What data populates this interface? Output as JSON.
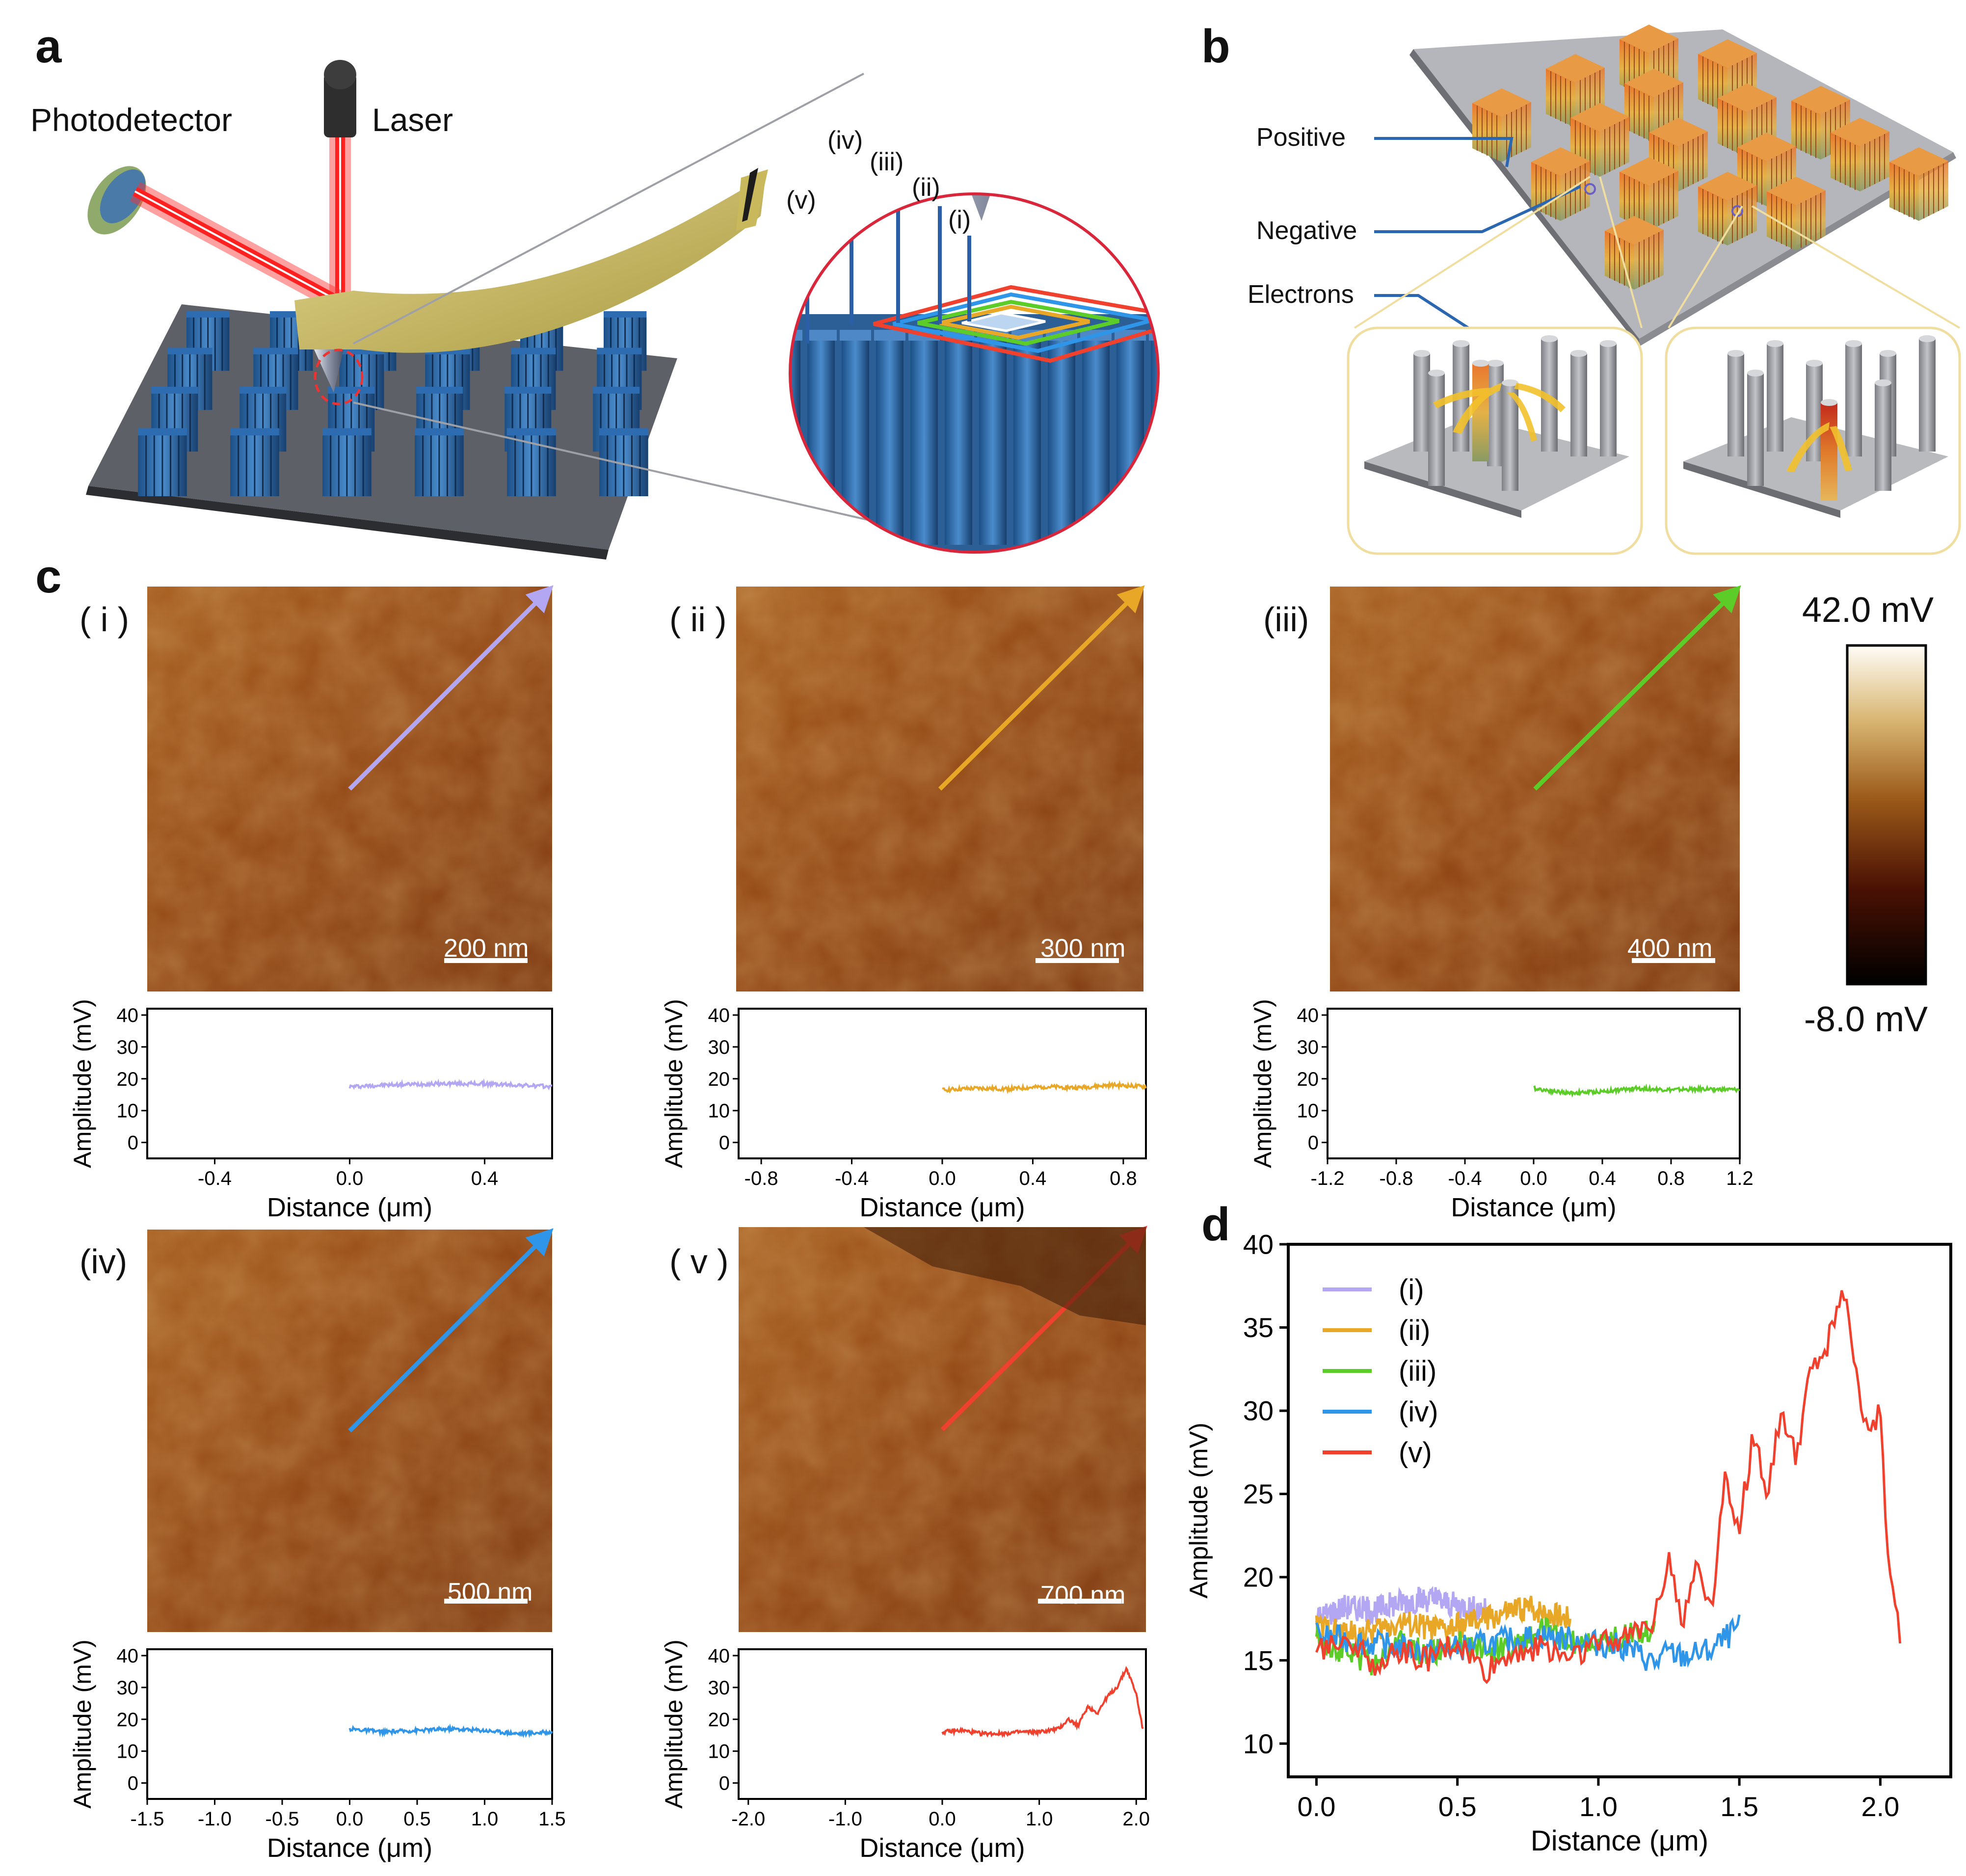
{
  "panel_letters": {
    "a": "a",
    "b": "b",
    "c": "c",
    "d": "d"
  },
  "panel_a": {
    "photodetector": "Photodetector",
    "laser": "Laser",
    "inset_labels": [
      "(i)",
      "(ii)",
      "(iii)",
      "(iv)",
      "(v)"
    ]
  },
  "panel_b": {
    "positive": "Positive",
    "negative": "Negative",
    "electrons": "Electrons"
  },
  "colorbar": {
    "max": "42.0 mV",
    "min": "-8.0 mV"
  },
  "colors": {
    "i": "#b3a6f2",
    "ii": "#e8a727",
    "iii": "#5ccc29",
    "iv": "#2f95e8",
    "v": "#f0412e"
  },
  "maps": [
    {
      "label": "( i )",
      "scalebar": "200 nm",
      "line_color": "#b3a6f2"
    },
    {
      "label": "( ii )",
      "scalebar": "300 nm",
      "line_color": "#e8a727"
    },
    {
      "label": "(iii)",
      "scalebar": "400 nm",
      "line_color": "#5ccc29"
    },
    {
      "label": "(iv)",
      "scalebar": "500 nm",
      "line_color": "#2f95e8"
    },
    {
      "label": "( v )",
      "scalebar": "700 nm",
      "line_color": "#f0412e"
    }
  ],
  "chart_data": [
    {
      "type": "line",
      "panel": "c(i)",
      "xlabel": "Distance (μm)",
      "ylabel": "Amplitude (mV)",
      "xlim": [
        -0.6,
        0.6
      ],
      "ylim": [
        -5,
        42
      ],
      "xticks": [
        "-0.4",
        "0.0",
        "0.4"
      ],
      "xtick_values": [
        -0.4,
        0.0,
        0.4
      ],
      "yticks": [
        "0",
        "10",
        "20",
        "30",
        "40"
      ],
      "ytick_values": [
        0,
        10,
        20,
        30,
        40
      ],
      "series": [
        {
          "color": "#b3a6f2",
          "x": [
            0,
            0.1,
            0.2,
            0.3,
            0.4,
            0.5,
            0.6
          ],
          "y": [
            17.5,
            18,
            18.3,
            18.5,
            18.4,
            18,
            17.5
          ]
        }
      ]
    },
    {
      "type": "line",
      "panel": "c(ii)",
      "xlabel": "Distance (μm)",
      "ylabel": "Amplitude (mV)",
      "xlim": [
        -0.9,
        0.9
      ],
      "ylim": [
        -5,
        42
      ],
      "xticks": [
        "-0.8",
        "-0.4",
        "0.0",
        "0.4",
        "0.8"
      ],
      "xtick_values": [
        -0.8,
        -0.4,
        0.0,
        0.4,
        0.8
      ],
      "yticks": [
        "0",
        "10",
        "20",
        "30",
        "40"
      ],
      "ytick_values": [
        0,
        10,
        20,
        30,
        40
      ],
      "series": [
        {
          "color": "#e8a727",
          "x": [
            0,
            0.15,
            0.3,
            0.45,
            0.6,
            0.75,
            0.9
          ],
          "y": [
            16.5,
            17,
            16.8,
            17.5,
            17.2,
            18,
            17.5
          ]
        }
      ]
    },
    {
      "type": "line",
      "panel": "c(iii)",
      "xlabel": "Distance (μm)",
      "ylabel": "Amplitude (mV)",
      "xlim": [
        -1.2,
        1.2
      ],
      "ylim": [
        -5,
        42
      ],
      "xticks": [
        "-1.2",
        "-0.8",
        "-0.4",
        "0.0",
        "0.4",
        "0.8",
        "1.2"
      ],
      "xtick_values": [
        -1.2,
        -0.8,
        -0.4,
        0.0,
        0.4,
        0.8,
        1.2
      ],
      "yticks": [
        "0",
        "10",
        "20",
        "30",
        "40"
      ],
      "ytick_values": [
        0,
        10,
        20,
        30,
        40
      ],
      "series": [
        {
          "color": "#5ccc29",
          "x": [
            0,
            0.2,
            0.4,
            0.6,
            0.8,
            1.0,
            1.2
          ],
          "y": [
            17,
            15.5,
            16,
            17,
            16.5,
            16.8,
            16.5
          ]
        }
      ]
    },
    {
      "type": "line",
      "panel": "c(iv)",
      "xlabel": "Distance (μm)",
      "ylabel": "Amplitude (mV)",
      "xlim": [
        -1.5,
        1.5
      ],
      "ylim": [
        -5,
        42
      ],
      "xticks": [
        "-1.5",
        "-1.0",
        "-0.5",
        "0.0",
        "0.5",
        "1.0",
        "1.5"
      ],
      "xtick_values": [
        -1.5,
        -1.0,
        -0.5,
        0.0,
        0.5,
        1.0,
        1.5
      ],
      "yticks": [
        "0",
        "10",
        "20",
        "30",
        "40"
      ],
      "ytick_values": [
        0,
        10,
        20,
        30,
        40
      ],
      "series": [
        {
          "color": "#2f95e8",
          "x": [
            0,
            0.25,
            0.5,
            0.75,
            1.0,
            1.25,
            1.5
          ],
          "y": [
            17,
            16,
            16.5,
            17,
            16.5,
            15.5,
            16
          ]
        }
      ]
    },
    {
      "type": "line",
      "panel": "c(v)",
      "xlabel": "Distance (μm)",
      "ylabel": "Amplitude (mV)",
      "xlim": [
        -2.1,
        2.1
      ],
      "ylim": [
        -5,
        42
      ],
      "xticks": [
        "-2.0",
        "-1.0",
        "0.0",
        "1.0",
        "2.0"
      ],
      "xtick_values": [
        -2.0,
        -1.0,
        0.0,
        1.0,
        2.0
      ],
      "yticks": [
        "0",
        "10",
        "20",
        "30",
        "40"
      ],
      "ytick_values": [
        0,
        10,
        20,
        30,
        40
      ],
      "series": [
        {
          "color": "#f0412e",
          "x": [
            0,
            0.2,
            0.4,
            0.6,
            0.8,
            1.0,
            1.2,
            1.3,
            1.4,
            1.5,
            1.6,
            1.7,
            1.8,
            1.85,
            1.9,
            2.0,
            2.07
          ],
          "y": [
            16,
            16.5,
            15.5,
            15.5,
            16,
            16,
            17,
            20,
            18,
            24,
            22,
            27,
            30,
            33,
            36,
            28,
            16.5
          ]
        }
      ]
    },
    {
      "type": "line",
      "panel": "d",
      "xlabel": "Distance (μm)",
      "ylabel": "Amplitude (mV)",
      "xlim": [
        -0.1,
        2.25
      ],
      "ylim": [
        8,
        40
      ],
      "xticks": [
        "0.0",
        "0.5",
        "1.0",
        "1.5",
        "2.0"
      ],
      "xtick_values": [
        0.0,
        0.5,
        1.0,
        1.5,
        2.0
      ],
      "yticks": [
        "10",
        "15",
        "20",
        "25",
        "30",
        "35",
        "40"
      ],
      "ytick_values": [
        10,
        15,
        20,
        25,
        30,
        35,
        40
      ],
      "series": [
        {
          "name": "(i)",
          "color": "#b3a6f2",
          "x": [
            0,
            0.1,
            0.2,
            0.3,
            0.4,
            0.5,
            0.6
          ],
          "y": [
            17.5,
            18.2,
            18,
            18.5,
            18.7,
            18.3,
            18
          ]
        },
        {
          "name": "(ii)",
          "color": "#e8a727",
          "x": [
            0,
            0.15,
            0.3,
            0.45,
            0.6,
            0.75,
            0.9
          ],
          "y": [
            17,
            16.5,
            17.3,
            16.8,
            17.5,
            18.2,
            17.5
          ]
        },
        {
          "name": "(iii)",
          "color": "#5ccc29",
          "x": [
            0,
            0.1,
            0.2,
            0.3,
            0.4,
            0.5,
            0.6,
            0.7,
            0.8,
            0.9,
            1.0,
            1.1,
            1.2
          ],
          "y": [
            16.5,
            15.5,
            14.8,
            16,
            15.3,
            16.2,
            15.6,
            15.8,
            16.8,
            16.2,
            16,
            16.5,
            17
          ]
        },
        {
          "name": "(iv)",
          "color": "#2f95e8",
          "x": [
            0,
            0.2,
            0.4,
            0.6,
            0.8,
            1.0,
            1.1,
            1.2,
            1.25,
            1.3,
            1.4,
            1.5
          ],
          "y": [
            16.5,
            16,
            15.5,
            16,
            16.5,
            16,
            15.8,
            14.8,
            15.5,
            15.2,
            15.6,
            17
          ]
        },
        {
          "name": "(v)",
          "color": "#f0412e",
          "x": [
            0,
            0.1,
            0.2,
            0.3,
            0.4,
            0.5,
            0.6,
            0.7,
            0.8,
            0.9,
            1.0,
            1.1,
            1.2,
            1.25,
            1.3,
            1.35,
            1.4,
            1.45,
            1.5,
            1.55,
            1.6,
            1.65,
            1.7,
            1.75,
            1.8,
            1.85,
            1.88,
            1.92,
            1.96,
            2.0,
            2.03,
            2.07
          ],
          "y": [
            15.5,
            16.5,
            14.8,
            15.5,
            15,
            16,
            14.2,
            15.5,
            15.8,
            15.2,
            16,
            16.5,
            17.5,
            21.5,
            17,
            21,
            18,
            26,
            23,
            28.5,
            25,
            30,
            27,
            32,
            33.5,
            36,
            37,
            31,
            29,
            30,
            20,
            16.5
          ]
        }
      ],
      "legend": {
        "placement": "top-left"
      }
    }
  ]
}
